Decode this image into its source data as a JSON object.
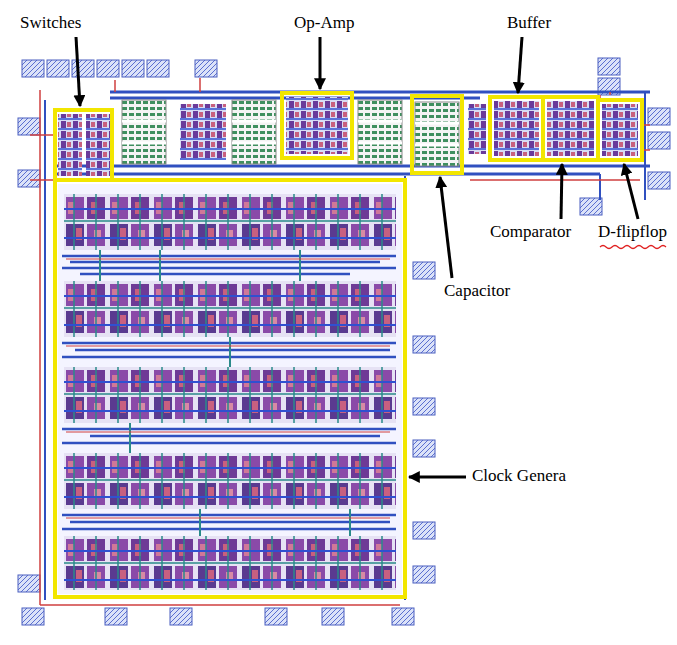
{
  "diagram": {
    "labels": [
      "Switches",
      "Op-Amp",
      "Buffer",
      "Comparator",
      "D-flipflop",
      "Capacitor",
      "Clock Genera"
    ]
  }
}
